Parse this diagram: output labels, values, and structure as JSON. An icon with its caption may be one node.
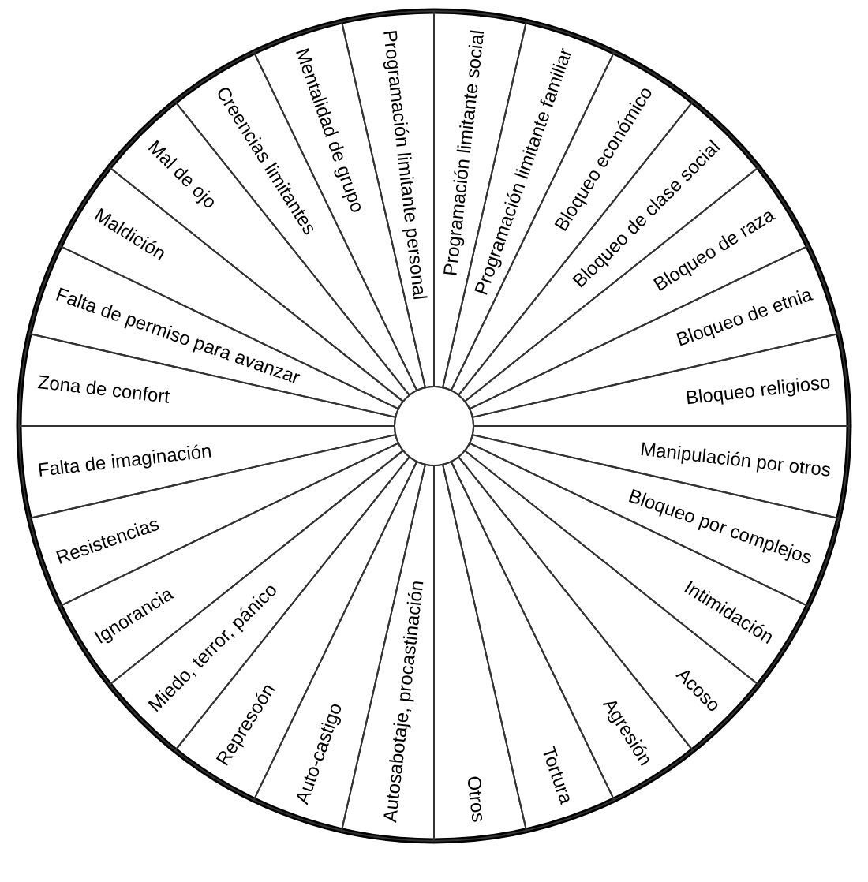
{
  "diagram": {
    "nodes": [
      {
        "text": [
          "Programación limitante social"
        ]
      },
      {
        "text": [
          "Programación limitante familiar"
        ]
      },
      {
        "text": [
          "Bloqueo económico"
        ]
      },
      {
        "text": [
          "Bloqueo de clase social"
        ]
      },
      {
        "text": [
          "Bloqueo de raza"
        ]
      },
      {
        "text": [
          "Bloqueo de etnia"
        ]
      },
      {
        "text": [
          "Bloqueo religioso"
        ]
      },
      {
        "text": [
          "Manipulación por otros"
        ]
      },
      {
        "text": [
          "Bloqueo por complejos"
        ]
      },
      {
        "text": [
          "Intimidación"
        ]
      },
      {
        "text": [
          "Acoso"
        ]
      },
      {
        "text": [
          "Agresión"
        ]
      },
      {
        "text": [
          "Tortura"
        ]
      },
      {
        "text": [
          "Otros"
        ]
      },
      {
        "text": [
          "Autosabotaje, procastinación"
        ]
      },
      {
        "text": [
          "Auto-castigo"
        ]
      },
      {
        "text": [
          "Represoón"
        ]
      },
      {
        "text": [
          "Miedo, terror, pánico"
        ]
      },
      {
        "text": [
          "Ignorancia"
        ]
      },
      {
        "text": [
          "Resistencias"
        ]
      },
      {
        "text": [
          "Falta de imaginación"
        ]
      },
      {
        "text": [
          "Zona de confort"
        ]
      },
      {
        "text": [
          "Falta de permiso para avanzar"
        ]
      },
      {
        "text": [
          "Maldición"
        ]
      },
      {
        "text": [
          "Mal de ojo"
        ]
      },
      {
        "text": [
          "Creencias limitantes"
        ]
      },
      {
        "text": [
          "Mentalidad de grupo"
        ]
      },
      {
        "text": [
          "Programación limitante personal"
        ]
      }
    ]
  }
}
